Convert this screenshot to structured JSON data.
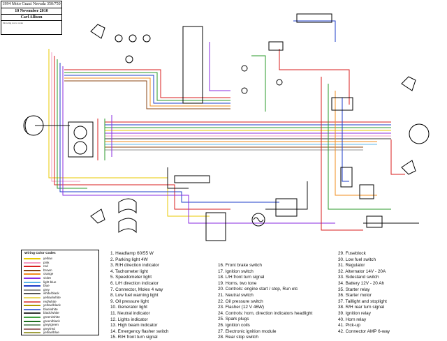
{
  "title": {
    "model": "1994 Moto Guzzi Nevada 350/750",
    "date": "10 November 2010",
    "author": "Carl Allison",
    "note": "Drawing not to scale"
  },
  "legend": {
    "heading": "Wiring Color Codes",
    "items": [
      {
        "name": "yellow",
        "color": "#e8c800"
      },
      {
        "name": "pink",
        "color": "#f29cc4"
      },
      {
        "name": "red",
        "color": "#d81e1e"
      },
      {
        "name": "brown",
        "color": "#8b4513"
      },
      {
        "name": "orange",
        "color": "#f28c1e"
      },
      {
        "name": "violet",
        "color": "#8a2be2"
      },
      {
        "name": "light blue",
        "color": "#5fb7e8"
      },
      {
        "name": "blue",
        "color": "#1e3cc8"
      },
      {
        "name": "grey",
        "color": "#909090"
      },
      {
        "name": "white/black",
        "color": "#555555"
      },
      {
        "name": "yellow/white",
        "color": "#e8d860"
      },
      {
        "name": "red/white",
        "color": "#e06060"
      },
      {
        "name": "yellow/black",
        "color": "#b09a00"
      },
      {
        "name": "blue/white",
        "color": "#5070d8"
      },
      {
        "name": "black/white",
        "color": "#333333"
      },
      {
        "name": "green/white",
        "color": "#40a040"
      },
      {
        "name": "green/black",
        "color": "#1e6e1e"
      },
      {
        "name": "grey/green",
        "color": "#7a9a7a"
      },
      {
        "name": "grey/red",
        "color": "#a07070"
      },
      {
        "name": "yellow/blue",
        "color": "#a0a040"
      }
    ]
  },
  "parts": {
    "col1": [
      "1. Headlamp 60/55 W",
      "2. Parking light 4W",
      "3. R/H direction indicator",
      "4. Tachometer light",
      "5. Speedometer light",
      "6. L/H direction indicator",
      "7. Connector, Molex 4 way",
      "8. Low fuel warning light",
      "9. Oil pressure light",
      "10. Generator light",
      "11. Neutral indicator",
      "12. Lights indicator",
      "13. High beam indicator",
      "14. Emergency flasher switch",
      "15. R/H front turn signal"
    ],
    "col2": [
      "16. Front brake switch",
      "17. Ignition switch",
      "18. L/H front turn signal",
      "19. Horns, two tone",
      "20. Controls: engine start / stop, Run etc",
      "21. Neutral switch",
      "22. Oil pressure switch",
      "23. Flasher (12 V 46W)",
      "24. Controls: horn, direction indicators headlight",
      "25. Spark plugs",
      "26. Ignition coils",
      "27. Electronic ignition module",
      "28. Rear stop switch"
    ],
    "col3": [
      "29. Fuseblock",
      "30. Low fuel switch",
      "31. Regulator",
      "32. Alternator 14V - 20A",
      "33. Sidestand switch",
      "34. Battery 12V - 20 Ah",
      "35. Starter relay",
      "36. Starter motor",
      "37. Taillight and stoplight",
      "38. R/H rear turn signal",
      "39. Ignition relay",
      "40. Horn relay",
      "41. Pick-up",
      "42. Connector AMP 6-way"
    ]
  }
}
